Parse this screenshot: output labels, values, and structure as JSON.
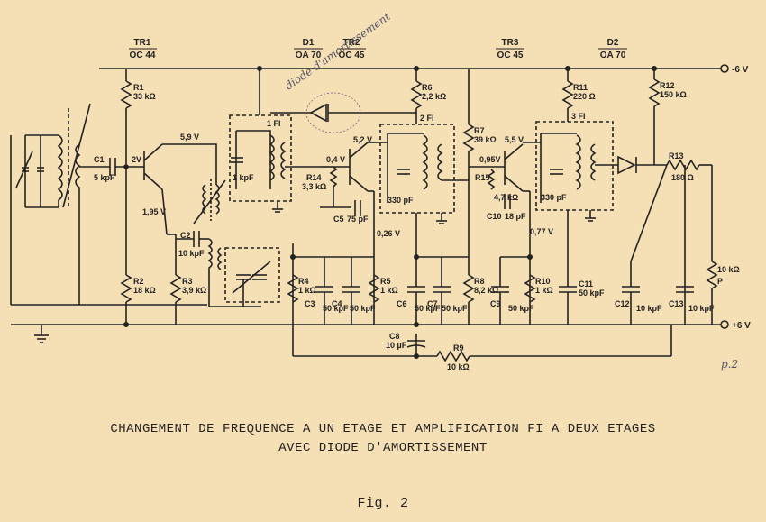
{
  "transistors": [
    {
      "ref": "TR1",
      "type": "OC 44"
    },
    {
      "ref": "TR2",
      "type": "OC 45"
    },
    {
      "ref": "TR3",
      "type": "OC 45"
    }
  ],
  "diodes": [
    {
      "ref": "D1",
      "type": "OA 70"
    },
    {
      "ref": "D2",
      "type": "OA 70"
    }
  ],
  "supply": {
    "neg": "-6 V",
    "pos": "+6 V"
  },
  "resistors": [
    {
      "ref": "R1",
      "value": "33 kΩ"
    },
    {
      "ref": "R2",
      "value": "18 kΩ"
    },
    {
      "ref": "R3",
      "value": "3,9 kΩ"
    },
    {
      "ref": "R4",
      "value": "1 kΩ"
    },
    {
      "ref": "R5",
      "value": "1 kΩ"
    },
    {
      "ref": "R6",
      "value": "2,2 kΩ"
    },
    {
      "ref": "R7",
      "value": "39 kΩ"
    },
    {
      "ref": "R8",
      "value": "8,2 kΩ"
    },
    {
      "ref": "R9",
      "value": "10 kΩ"
    },
    {
      "ref": "R10",
      "value": "1 kΩ"
    },
    {
      "ref": "R11",
      "value": "220 Ω"
    },
    {
      "ref": "R12",
      "value": "150 kΩ"
    },
    {
      "ref": "R13",
      "value": "180 Ω"
    },
    {
      "ref": "R14",
      "value": "3,3 kΩ"
    },
    {
      "ref": "R15",
      "value": "4,7 kΩ"
    },
    {
      "ref": "P",
      "value": "10 kΩ"
    }
  ],
  "capacitors": [
    {
      "ref": "C1",
      "value": "5 kpF"
    },
    {
      "ref": "C2",
      "value": "10 kpF"
    },
    {
      "ref": "C3",
      "value": "50 kpF"
    },
    {
      "ref": "C4",
      "value": "50 kpF"
    },
    {
      "ref": "C5",
      "value": "75 pF"
    },
    {
      "ref": "C6",
      "value": "50 kpF"
    },
    {
      "ref": "C7",
      "value": "50 kpF"
    },
    {
      "ref": "C8",
      "value": "10 µF"
    },
    {
      "ref": "C9",
      "value": "50 kpF"
    },
    {
      "ref": "C10",
      "value": "18 pF"
    },
    {
      "ref": "C11",
      "value": "50 kpF"
    },
    {
      "ref": "C12",
      "value": "10 kpF"
    },
    {
      "ref": "C13",
      "value": "10 kpF"
    }
  ],
  "transformers": [
    {
      "ref": "1 FI",
      "cap": "1 kpF"
    },
    {
      "ref": "2 FI",
      "cap": "330 pF"
    },
    {
      "ref": "3 FI",
      "cap": "330 pF"
    }
  ],
  "voltages": {
    "v1": "5,9 V",
    "v2": "2V",
    "v3": "1,95 V",
    "v4": "5,2 V",
    "v5": "0,4 V",
    "v6": "0,26 V",
    "v7": "5,5 V",
    "v8": "0,95V",
    "v9": "0,77 V"
  },
  "handwritten": {
    "note1": "diode d'amortissement",
    "note2": "p.2"
  },
  "caption": {
    "line1": "CHANGEMENT DE FREQUENCE A UN ETAGE ET AMPLIFICATION FI A DEUX ETAGES",
    "line2": "AVEC DIODE D'AMORTISSEMENT"
  },
  "figure_label": "Fig. 2"
}
